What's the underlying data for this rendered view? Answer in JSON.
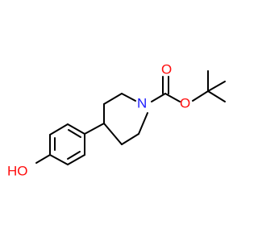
{
  "molecule": {
    "atom_labels": {
      "nitrogen": "N",
      "carbonyl_oxygen": "O",
      "ester_oxygen": "O",
      "hydroxyl": "HO"
    },
    "colors": {
      "nitrogen": "#1a1aff",
      "oxygen": "#ff0d0d",
      "bond": "#000000"
    }
  }
}
